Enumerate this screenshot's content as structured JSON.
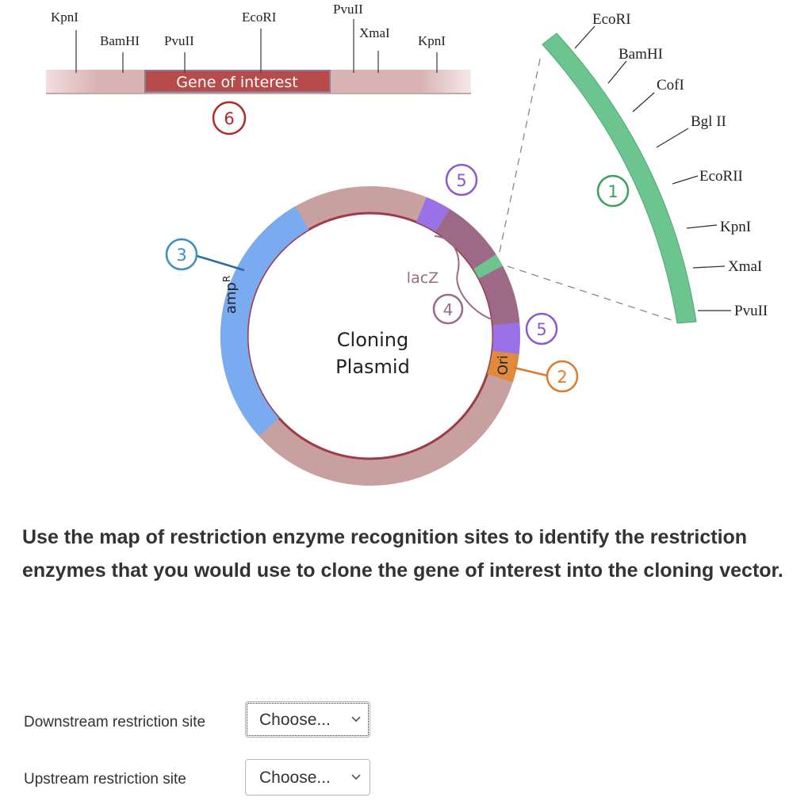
{
  "gene_strip": {
    "sites": [
      "KpnI",
      "BamHI",
      "PvuII",
      "EcoRI",
      "PvuII",
      "XmaI",
      "KpnI"
    ],
    "gene_label": "Gene of interest",
    "marker": "6"
  },
  "plasmid": {
    "title_line1": "Cloning",
    "title_line2": "Plasmid",
    "ampR_label": "amp",
    "ampR_sup": "R",
    "ori_label": "Ori",
    "lacZ_label": "lacZ",
    "markers": {
      "one": "1",
      "two": "2",
      "three": "3",
      "four": "4",
      "five_top": "5",
      "five_bottom": "5"
    }
  },
  "mcs": {
    "sites": [
      "EcoRI",
      "BamHI",
      "CofI",
      "Bgl II",
      "EcoRII",
      "KpnI",
      "XmaI",
      "PvuII"
    ]
  },
  "colors": {
    "gene_bar": "#b84a4a",
    "plasmid_backbone": "#c9a0a0",
    "ampR": "#7aaaf0",
    "lacZ": "#9c6a86",
    "site_purple": "#9a72e8",
    "ori": "#e08a3e",
    "mcs_green": "#6cc48e",
    "marker_red": "#b02a2a",
    "marker_blue": "#3a8ec8",
    "marker_green": "#3aa35a",
    "marker_orange": "#e07a2a",
    "marker_purple": "#8a5ad6",
    "marker_mauve": "#9a6a86"
  },
  "question": {
    "text": "Use the map of restriction enzyme recognition sites to identify the restriction enzymes that you would use to clone the gene of interest into the cloning vector."
  },
  "form": {
    "downstream": {
      "label": "Downstream restriction site",
      "selected": "Choose..."
    },
    "upstream": {
      "label": "Upstream restriction site",
      "selected": "Choose..."
    }
  }
}
